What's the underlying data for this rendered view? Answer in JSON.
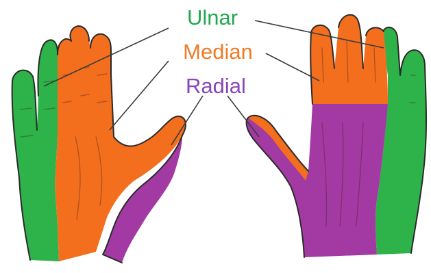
{
  "labels": {
    "ulnar": "Ulnar",
    "median": "Median",
    "radial": "Radial"
  },
  "colors": {
    "ulnar": "#2eb24a",
    "median": "#f36f1e",
    "radial": "#a33aa3",
    "ulnar_label": "#1fa84f",
    "median_label": "#f07a26",
    "radial_label": "#8a45b8",
    "outline": "#2a2a2a",
    "leader": "#3a3a3a"
  },
  "hands": [
    {
      "view": "palmar",
      "side": "left"
    },
    {
      "view": "dorsal",
      "side": "right"
    }
  ]
}
